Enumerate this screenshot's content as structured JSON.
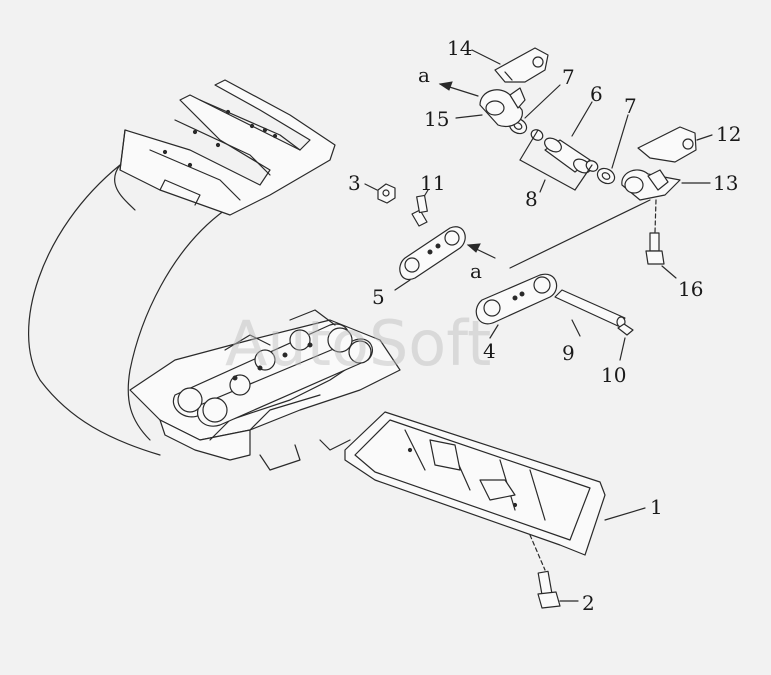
{
  "watermark": "AutoSoft",
  "callouts": {
    "c1": "1",
    "c2": "2",
    "c3": "3",
    "c4": "4",
    "c5": "5",
    "c6": "6",
    "c7a": "7",
    "c7b": "7",
    "c8": "8",
    "c9": "9",
    "c10": "10",
    "c11": "11",
    "c12": "12",
    "c13": "13",
    "c14": "14",
    "c15": "15",
    "c16": "16",
    "ref_a_top": "a",
    "ref_a_mid": "a"
  }
}
